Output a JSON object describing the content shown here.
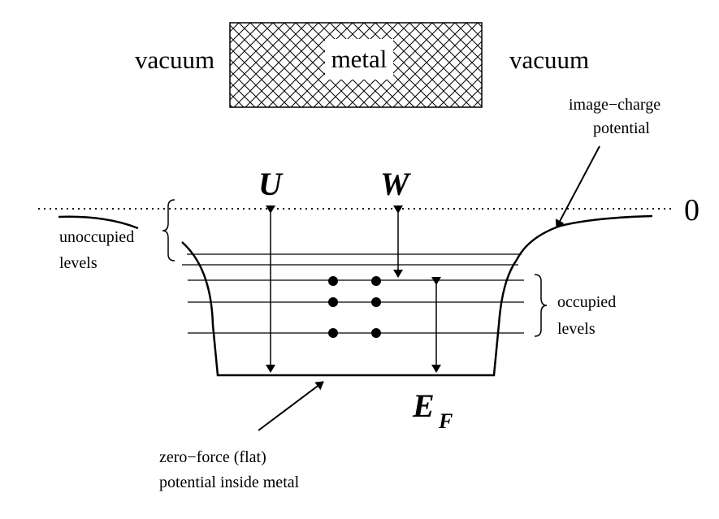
{
  "labels": {
    "vacuum_left": "vacuum",
    "metal": "metal",
    "vacuum_right": "vacuum",
    "image_charge_line1": "image−charge",
    "image_charge_line2": "potential",
    "U": "U",
    "W": "W",
    "zero": "0",
    "unoccupied_line1": "unoccupied",
    "unoccupied_line2": "levels",
    "occupied_line1": "occupied",
    "occupied_line2": "levels",
    "E": "E",
    "F": "F",
    "zero_force_line1": "zero−force (flat)",
    "zero_force_line2": "potential inside metal"
  },
  "colors": {
    "ink": "#000000",
    "background": "#ffffff"
  }
}
